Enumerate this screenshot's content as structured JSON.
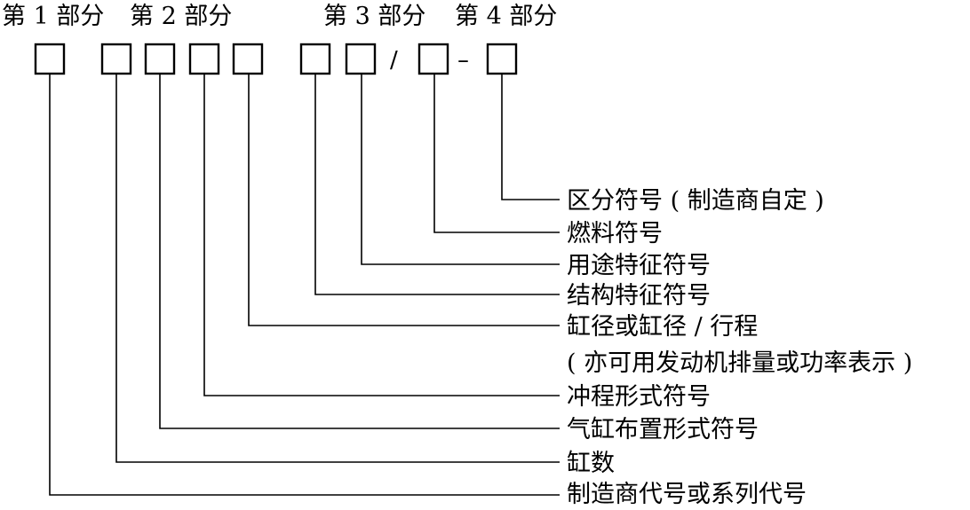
{
  "part_headers": [
    "第 1 部分",
    "第 2 部分",
    "第 3 部分",
    "第 4 部分"
  ],
  "separators": [
    "/",
    "–"
  ],
  "labels": [
    "区分符号 ( 制造商自定 )",
    "燃料符号",
    "用途特征符号",
    "结构特征符号",
    "缸径或缸径 / 行程",
    "( 亦可用发动机排量或功率表示 )",
    "冲程形式符号",
    "气缸布置形式符号",
    "缸数",
    "制造商代号或系列代号"
  ]
}
